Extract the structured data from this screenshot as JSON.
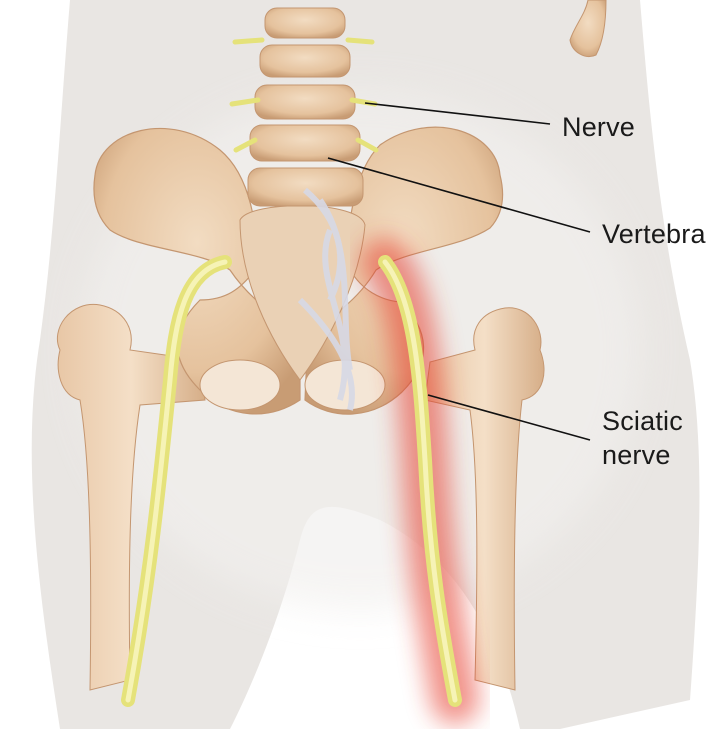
{
  "labels": {
    "nerve": "Nerve",
    "vertebra": "Vertebra",
    "sciatic_line1": "Sciatic",
    "sciatic_line2": "nerve"
  },
  "colors": {
    "skin": "#e9e6e3",
    "bone": "#e7c7a4",
    "bone_shadow": "#cda57f",
    "nerve_healthy": "#e5e27a",
    "nerve_inflamed": "#e63a2a",
    "ligament": "#d7d9e6"
  }
}
